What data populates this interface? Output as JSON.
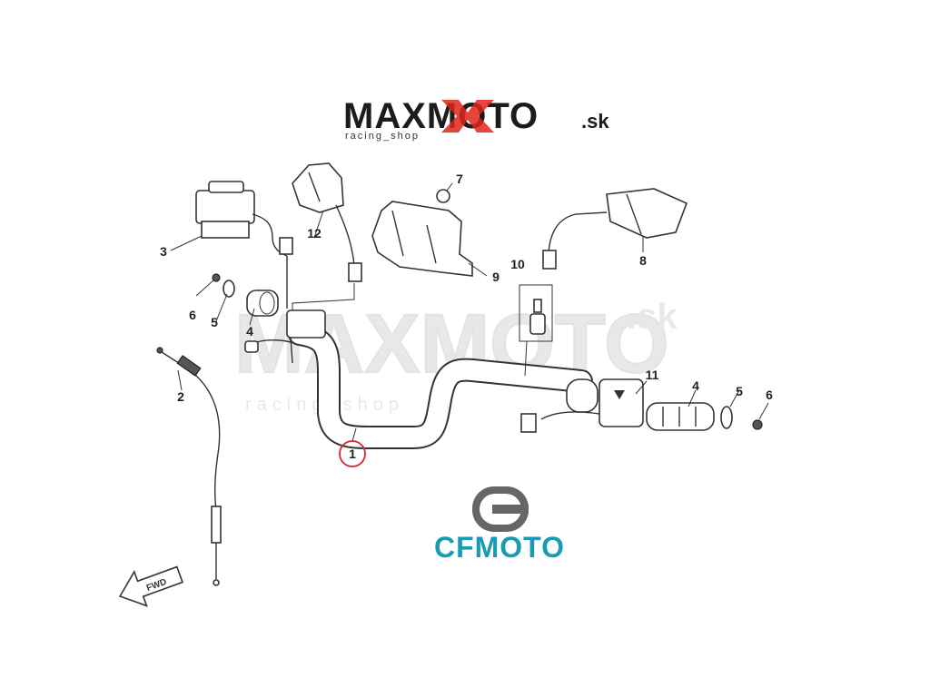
{
  "branding": {
    "logo_text": "MAXMOTO",
    "logo_suffix": ".sk",
    "tagline": "racing_shop",
    "watermark_text": "MAXMOTO",
    "watermark_suffix": ".sk",
    "watermark_tagline": "racing_shop",
    "maker_name": "CFMOTO",
    "brand_color_red": "#e0241b",
    "brand_color_teal": "#1a9bb3"
  },
  "direction_arrow": {
    "label": "FWD"
  },
  "callouts": [
    {
      "id": "1",
      "highlighted": true
    },
    {
      "id": "2"
    },
    {
      "id": "3"
    },
    {
      "id": "4"
    },
    {
      "id": "4"
    },
    {
      "id": "5"
    },
    {
      "id": "5"
    },
    {
      "id": "6"
    },
    {
      "id": "6"
    },
    {
      "id": "7"
    },
    {
      "id": "8"
    },
    {
      "id": "9"
    },
    {
      "id": "10"
    },
    {
      "id": "11"
    },
    {
      "id": "12"
    }
  ],
  "colors": {
    "highlight_circle": "#d9262a",
    "line": "#333333"
  }
}
